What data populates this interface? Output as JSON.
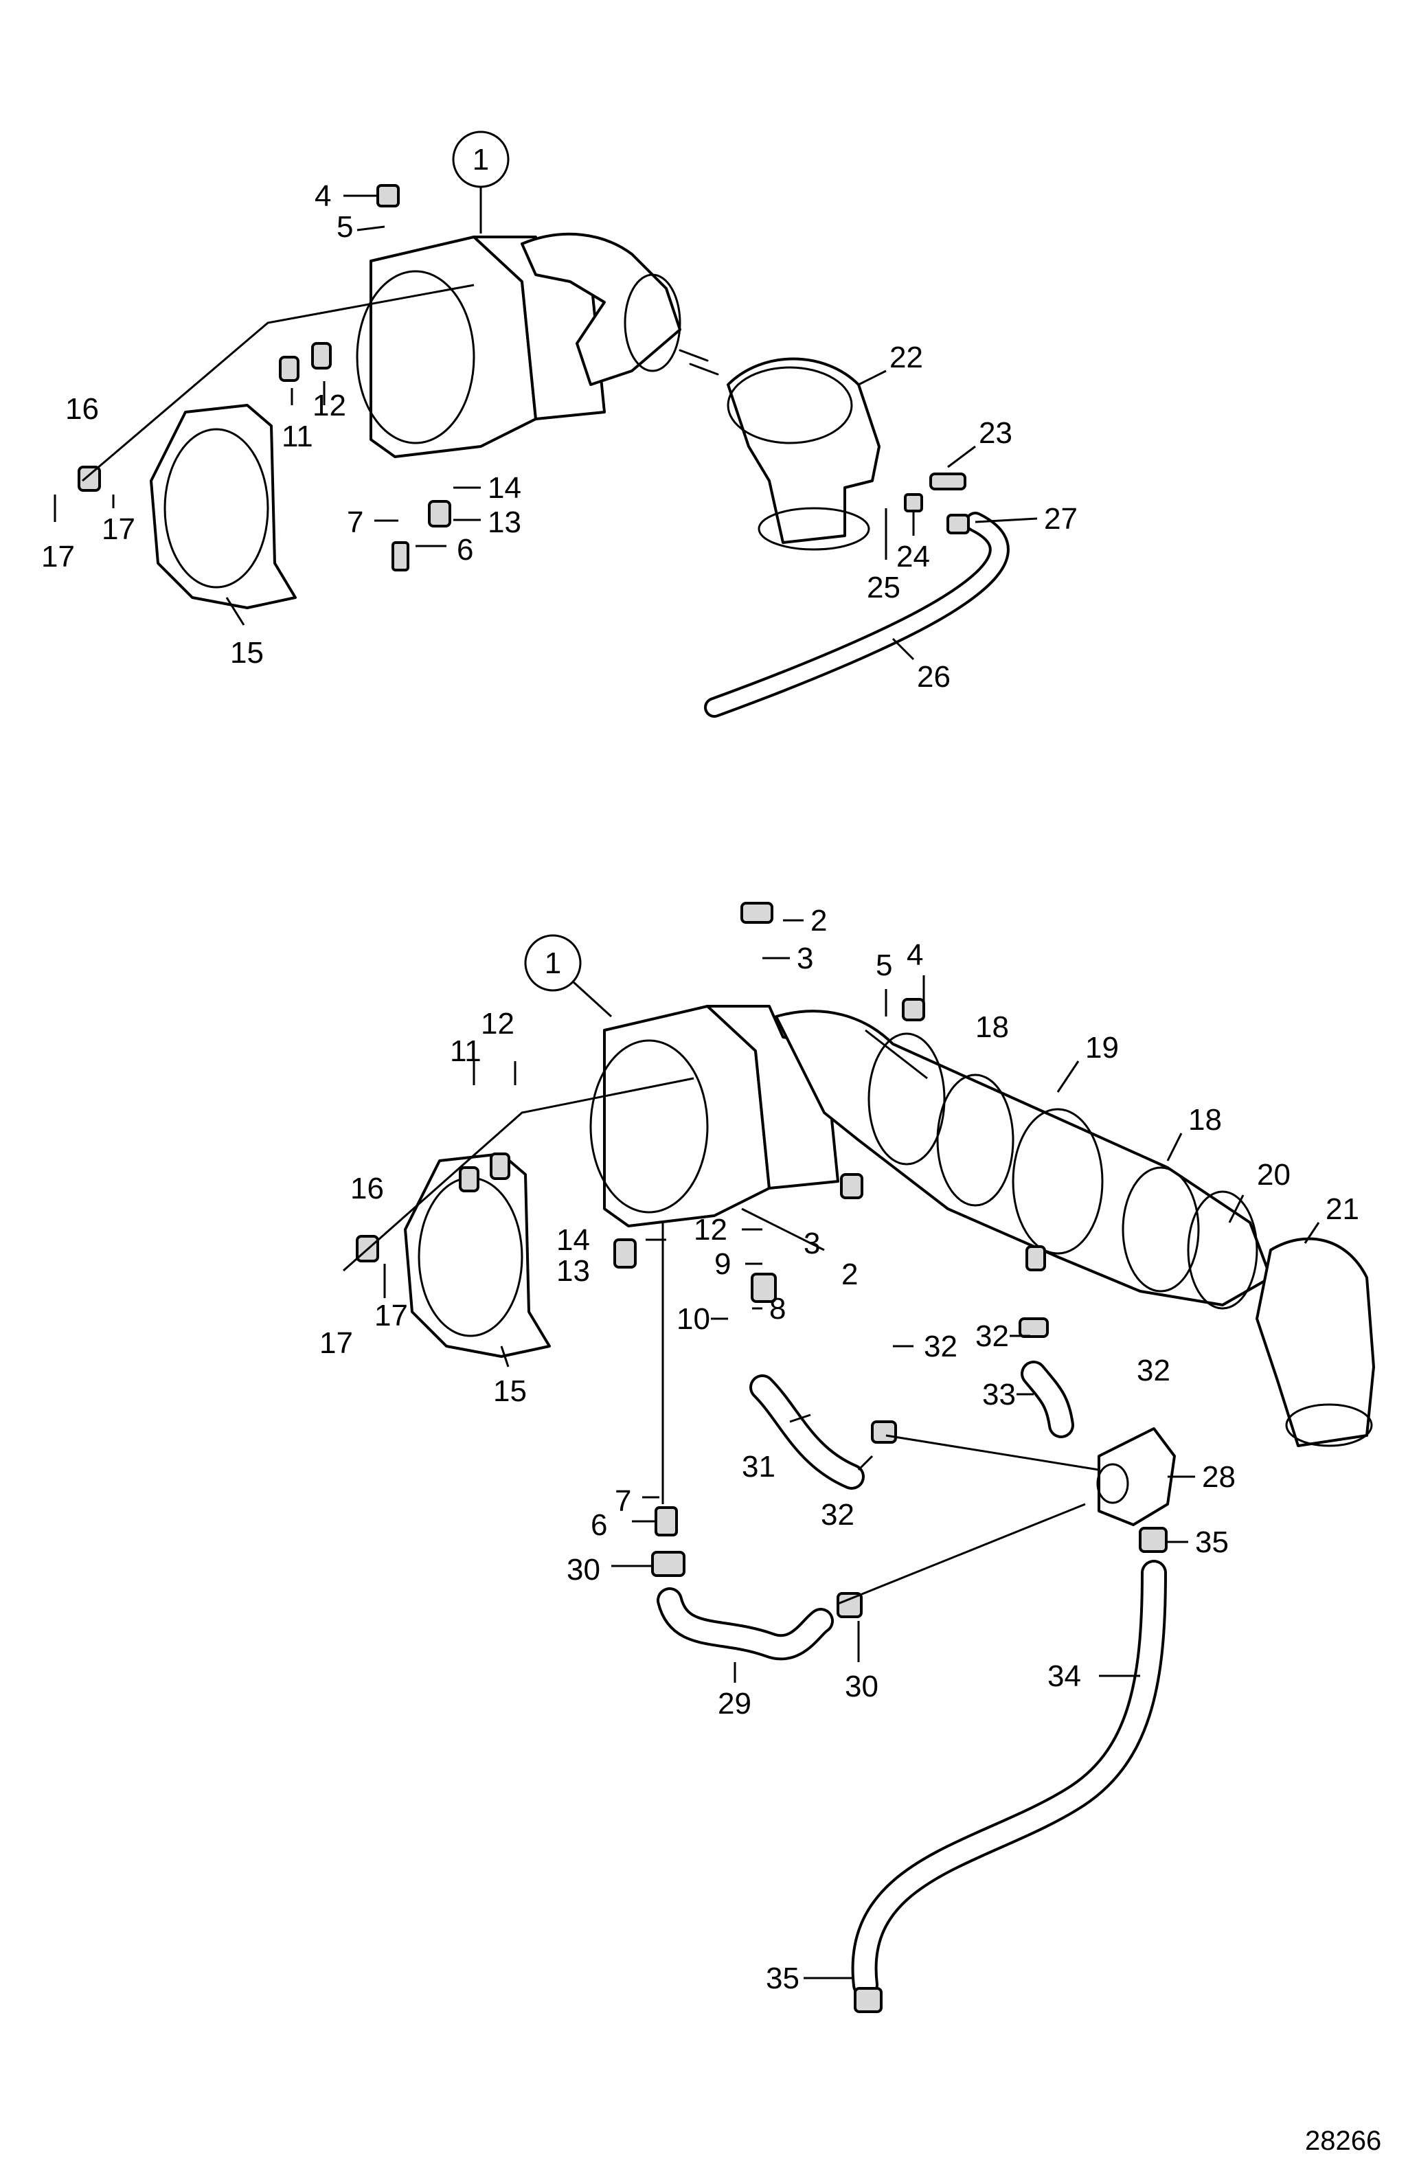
{
  "diagram": {
    "drawing_number": "28266",
    "top_assembly": {
      "callout_circle": "1",
      "labels": [
        "4",
        "5",
        "16",
        "11",
        "12",
        "17",
        "17",
        "15",
        "14",
        "7",
        "13",
        "6",
        "22",
        "23",
        "27",
        "24",
        "25",
        "26"
      ]
    },
    "bottom_assembly": {
      "callout_circle": "1",
      "labels": [
        "2",
        "3",
        "5",
        "4",
        "12",
        "11",
        "18",
        "19",
        "18",
        "20",
        "21",
        "16",
        "14",
        "12",
        "3",
        "2",
        "13",
        "9",
        "8",
        "10",
        "17",
        "17",
        "15",
        "32",
        "32",
        "33",
        "32",
        "31",
        "32",
        "28",
        "7",
        "6",
        "30",
        "35",
        "29",
        "30",
        "34",
        "35"
      ]
    }
  }
}
